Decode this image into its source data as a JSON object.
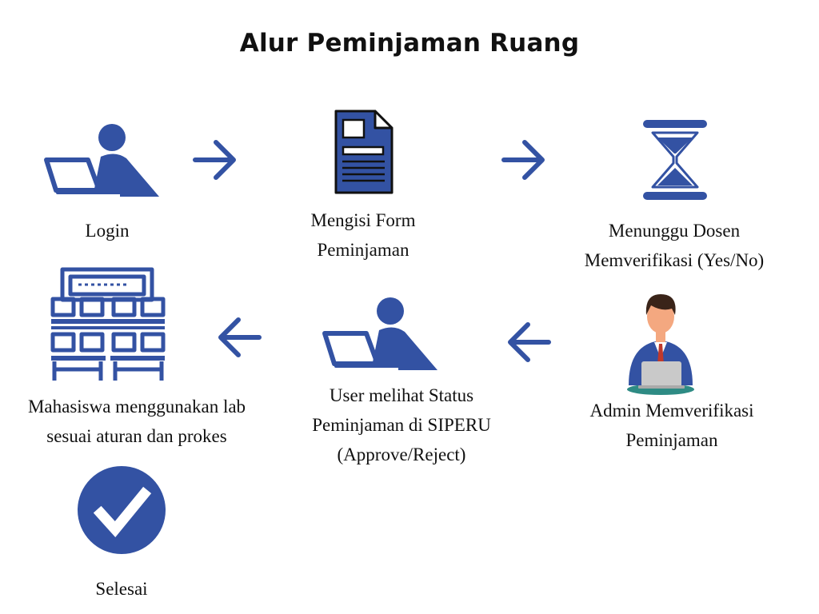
{
  "title": "Alur Peminjaman Ruang",
  "colors": {
    "primary": "#3352a3",
    "skin": "#f4a880",
    "hair": "#3a2419",
    "tie": "#c0392b",
    "base": "#2e8b84",
    "laptop": "#c9c9c9"
  },
  "steps": [
    {
      "icon": "laptop-user-icon",
      "lines": [
        "Login"
      ]
    },
    {
      "icon": "document-form-icon",
      "lines": [
        "Mengisi Form",
        "Peminjaman"
      ]
    },
    {
      "icon": "hourglass-icon",
      "lines": [
        "Menunggu Dosen",
        "Memverifikasi (Yes/No)"
      ]
    },
    {
      "icon": "admin-at-laptop-icon",
      "lines": [
        "Admin Memverifikasi",
        "Peminjaman"
      ]
    },
    {
      "icon": "laptop-user-icon",
      "lines": [
        "User melihat Status",
        "Peminjaman di SIPERU",
        "(Approve/Reject)"
      ]
    },
    {
      "icon": "computer-lab-icon",
      "lines": [
        "Mahasiswa menggunakan lab",
        "sesuai aturan dan prokes"
      ]
    },
    {
      "icon": "checkmark-circle-icon",
      "lines": [
        "Selesai"
      ]
    }
  ],
  "arrows": [
    "right",
    "right",
    "left",
    "left"
  ]
}
